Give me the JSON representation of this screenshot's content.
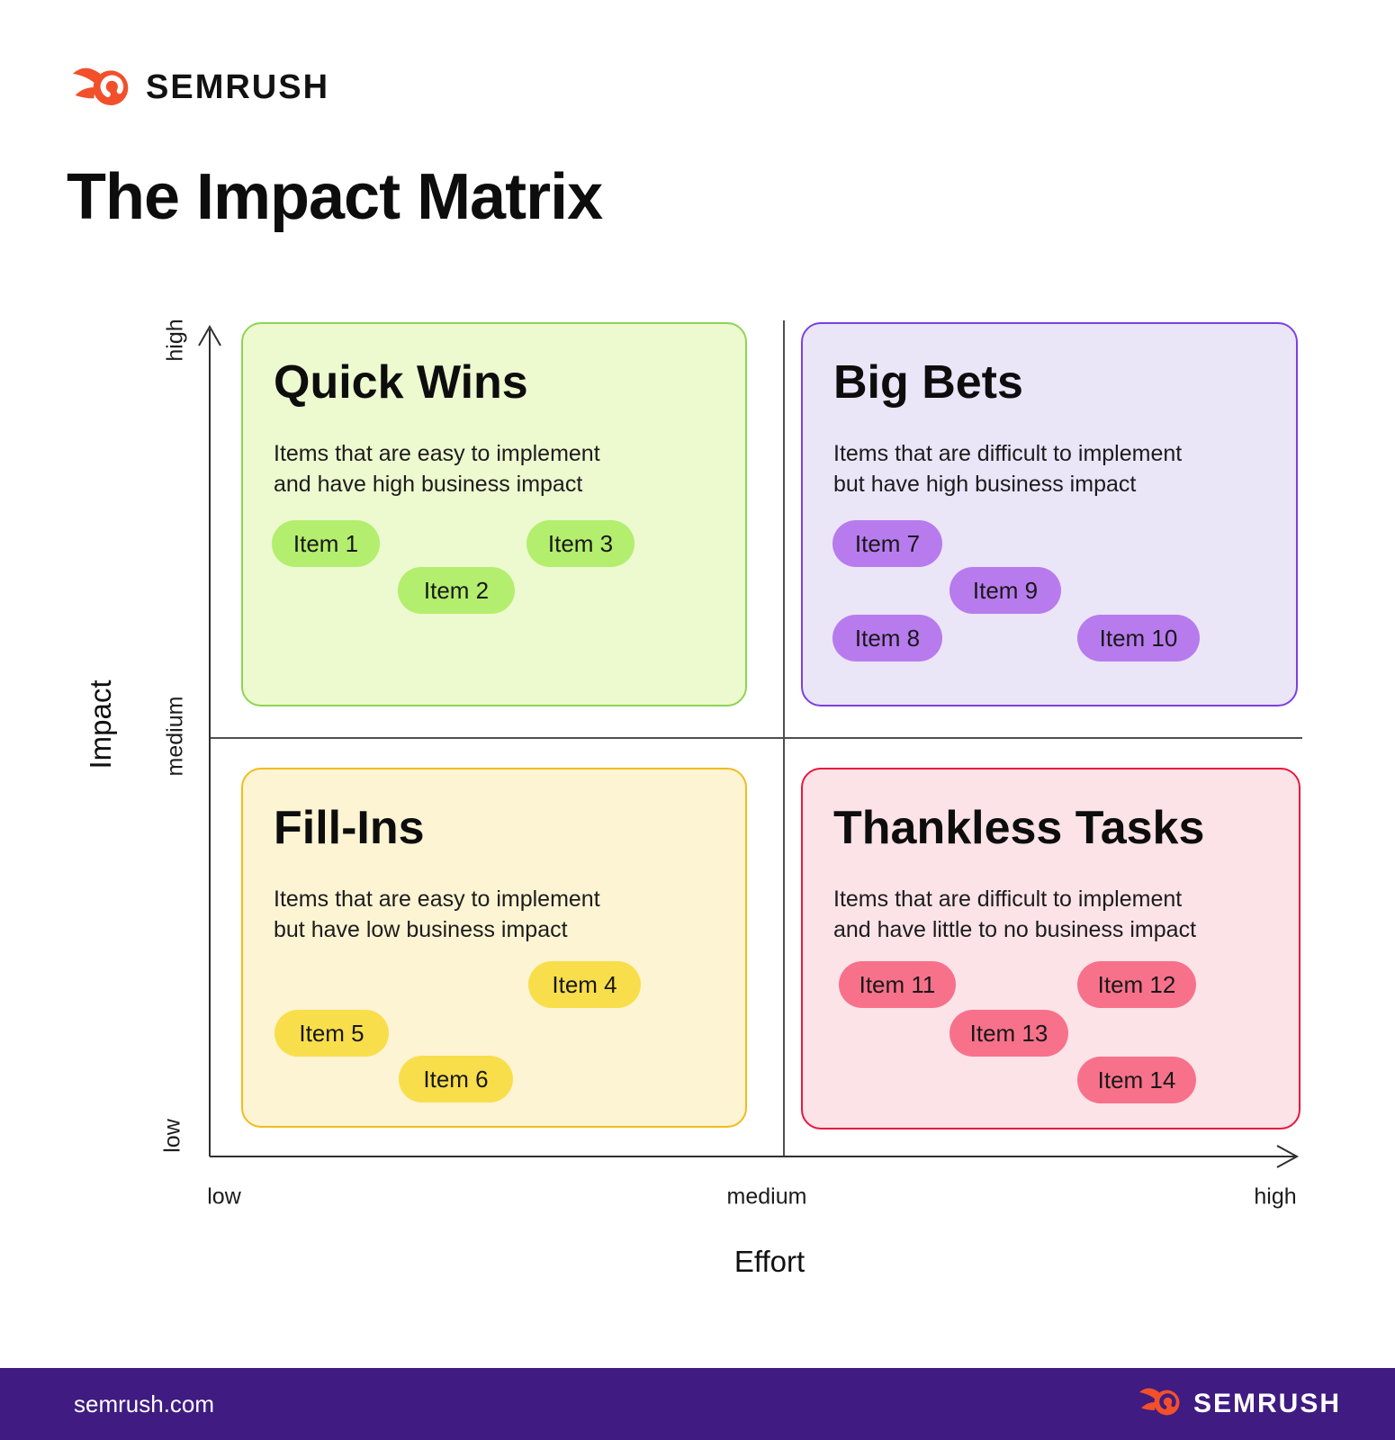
{
  "brand": {
    "name": "SEMRUSH",
    "accent": "#F1502A"
  },
  "title": "The Impact Matrix",
  "matrix": {
    "y_axis": {
      "title": "Impact",
      "tick_low": "low",
      "tick_medium": "medium",
      "tick_high": "high"
    },
    "x_axis": {
      "title": "Effort",
      "tick_low": "low",
      "tick_medium": "medium",
      "tick_high": "high"
    },
    "quadrants": [
      {
        "title": "Quick Wins",
        "description": "Items that are easy to implement\nand have high business impact",
        "colors": {
          "bg": "#EDF9CF",
          "border": "#8ED453",
          "pill": "#B3EE6E"
        },
        "items": [
          {
            "label": "Item 1"
          },
          {
            "label": "Item 2"
          },
          {
            "label": "Item 3"
          }
        ]
      },
      {
        "title": "Big Bets",
        "description": "Items that are difficult to implement\nbut have high business impact",
        "colors": {
          "bg": "#EBE5F8",
          "border": "#7B40E2",
          "pill": "#B77BEE"
        },
        "items": [
          {
            "label": "Item 7"
          },
          {
            "label": "Item 8"
          },
          {
            "label": "Item 9"
          },
          {
            "label": "Item 10"
          }
        ]
      },
      {
        "title": "Fill-Ins",
        "description": "Items that are easy to implement\nbut have low business impact",
        "colors": {
          "bg": "#FCF4D3",
          "border": "#F2BC1B",
          "pill": "#F8DE4B"
        },
        "items": [
          {
            "label": "Item 4"
          },
          {
            "label": "Item 5"
          },
          {
            "label": "Item 6"
          }
        ]
      },
      {
        "title": "Thankless Tasks",
        "description": "Items that are difficult to implement\nand have little to no business impact",
        "colors": {
          "bg": "#FBE3E8",
          "border": "#E8173E",
          "pill": "#F8718B"
        },
        "items": [
          {
            "label": "Item 11"
          },
          {
            "label": "Item 12"
          },
          {
            "label": "Item 13"
          },
          {
            "label": "Item 14"
          }
        ]
      }
    ]
  },
  "footer": {
    "site": "semrush.com",
    "brand": "SEMRUSH",
    "bg": "#3F1B82"
  }
}
